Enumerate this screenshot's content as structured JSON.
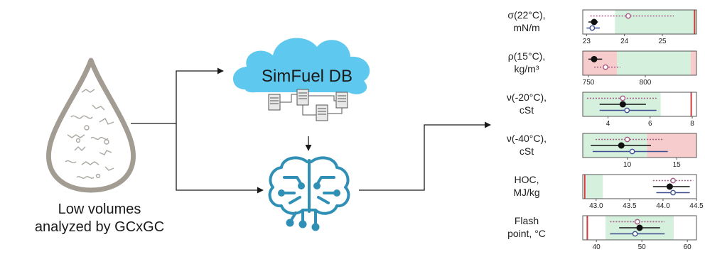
{
  "caption": {
    "line1": "Low volumes",
    "line2": "analyzed by GCxGC"
  },
  "database": {
    "label": "SimFuel DB"
  },
  "colors": {
    "cloud": "#5ec8ee",
    "brain": "#2f8fb5",
    "drop": "#a29c92",
    "arrow": "#1a1a1a",
    "green_band": "#d5f1de",
    "red_band": "#f7cccc",
    "red_line": "#d03b3b",
    "series_a": "#a45a82",
    "series_b": "#3f4f8f",
    "series_c": "#111111"
  },
  "icons": [
    "liquid-drop-icon",
    "cloud-icon",
    "server-icon",
    "brain-circuit-icon"
  ],
  "chart_data": [
    {
      "type": "scatter",
      "label_lines": [
        "σ(22°C),",
        "mN/m"
      ],
      "xlim": [
        22.9,
        25.9
      ],
      "ticks": [
        23,
        24,
        25
      ],
      "tick_labels": [
        "23",
        "24",
        "25"
      ],
      "green": [
        23.75,
        25.9
      ],
      "red": [],
      "red_lines": [
        25.85
      ],
      "points": [
        {
          "series": "a",
          "value": 24.1,
          "err": [
            23.1,
            25.3
          ]
        },
        {
          "series": "c",
          "value": 23.2,
          "err": [
            23.05,
            23.3
          ]
        },
        {
          "series": "b",
          "value": 23.15,
          "err": [
            23.0,
            23.35
          ]
        }
      ]
    },
    {
      "type": "scatter",
      "label_lines": [
        "ρ(15°C),",
        "kg/m³"
      ],
      "xlim": [
        745,
        845
      ],
      "ticks": [
        750,
        800
      ],
      "tick_labels": [
        "750",
        "800"
      ],
      "green": [
        775,
        840
      ],
      "red": [
        [
          745,
          775
        ],
        [
          840,
          845
        ]
      ],
      "red_lines": [],
      "points": [
        {
          "series": "c",
          "value": 755,
          "err": [
            750,
            762
          ]
        },
        {
          "series": "a",
          "value": 765,
          "err": [
            755,
            778
          ]
        }
      ]
    },
    {
      "type": "scatter",
      "label_lines": [
        "ν(-20°C),",
        "cSt"
      ],
      "xlim": [
        2.8,
        8.2
      ],
      "ticks": [
        4,
        6,
        8
      ],
      "tick_labels": [
        "4",
        "6",
        "8"
      ],
      "green": [
        2.8,
        6.5
      ],
      "red": [],
      "red_lines": [
        7.95
      ],
      "points": [
        {
          "series": "a",
          "value": 4.7,
          "err": [
            3.0,
            6.3
          ]
        },
        {
          "series": "c",
          "value": 4.7,
          "err": [
            3.6,
            5.8
          ]
        },
        {
          "series": "b",
          "value": 4.9,
          "err": [
            3.6,
            6.3
          ]
        }
      ]
    },
    {
      "type": "scatter",
      "label_lines": [
        "ν(-40°C),",
        "cSt"
      ],
      "xlim": [
        5.5,
        17
      ],
      "ticks": [
        10,
        15
      ],
      "tick_labels": [
        "10",
        "15"
      ],
      "green": [
        5.5,
        12
      ],
      "red": [
        [
          12,
          17
        ]
      ],
      "red_lines": [],
      "points": [
        {
          "series": "a",
          "value": 10.0,
          "err": [
            6.8,
            13.6
          ]
        },
        {
          "series": "c",
          "value": 9.4,
          "err": [
            6.3,
            12.4
          ]
        },
        {
          "series": "b",
          "value": 10.5,
          "err": [
            6.5,
            14.1
          ]
        }
      ]
    },
    {
      "type": "scatter",
      "label_lines": [
        "HOC,",
        "MJ/kg"
      ],
      "xlim": [
        42.8,
        44.5
      ],
      "ticks": [
        43.0,
        43.5,
        44.0,
        44.5
      ],
      "tick_labels": [
        "43.0",
        "43.5",
        "44.0",
        "44.5"
      ],
      "green": [
        42.85,
        43.1
      ],
      "red": [],
      "red_lines": [
        42.83
      ],
      "points": [
        {
          "series": "a",
          "value": 44.15,
          "err": [
            43.85,
            44.45
          ]
        },
        {
          "series": "c",
          "value": 44.1,
          "err": [
            43.85,
            44.4
          ]
        },
        {
          "series": "b",
          "value": 44.15,
          "err": [
            43.9,
            44.4
          ]
        }
      ]
    },
    {
      "type": "scatter",
      "label_lines": [
        "Flash",
        "point, °C"
      ],
      "xlim": [
        37,
        62
      ],
      "ticks": [
        40,
        50,
        60
      ],
      "tick_labels": [
        "40",
        "50",
        "60"
      ],
      "green": [
        42,
        57
      ],
      "red": [],
      "red_lines": [
        38
      ],
      "points": [
        {
          "series": "a",
          "value": 49,
          "err": [
            43,
            55
          ]
        },
        {
          "series": "c",
          "value": 49.5,
          "err": [
            45,
            54
          ]
        },
        {
          "series": "b",
          "value": 48.5,
          "err": [
            43,
            55
          ]
        }
      ]
    }
  ]
}
